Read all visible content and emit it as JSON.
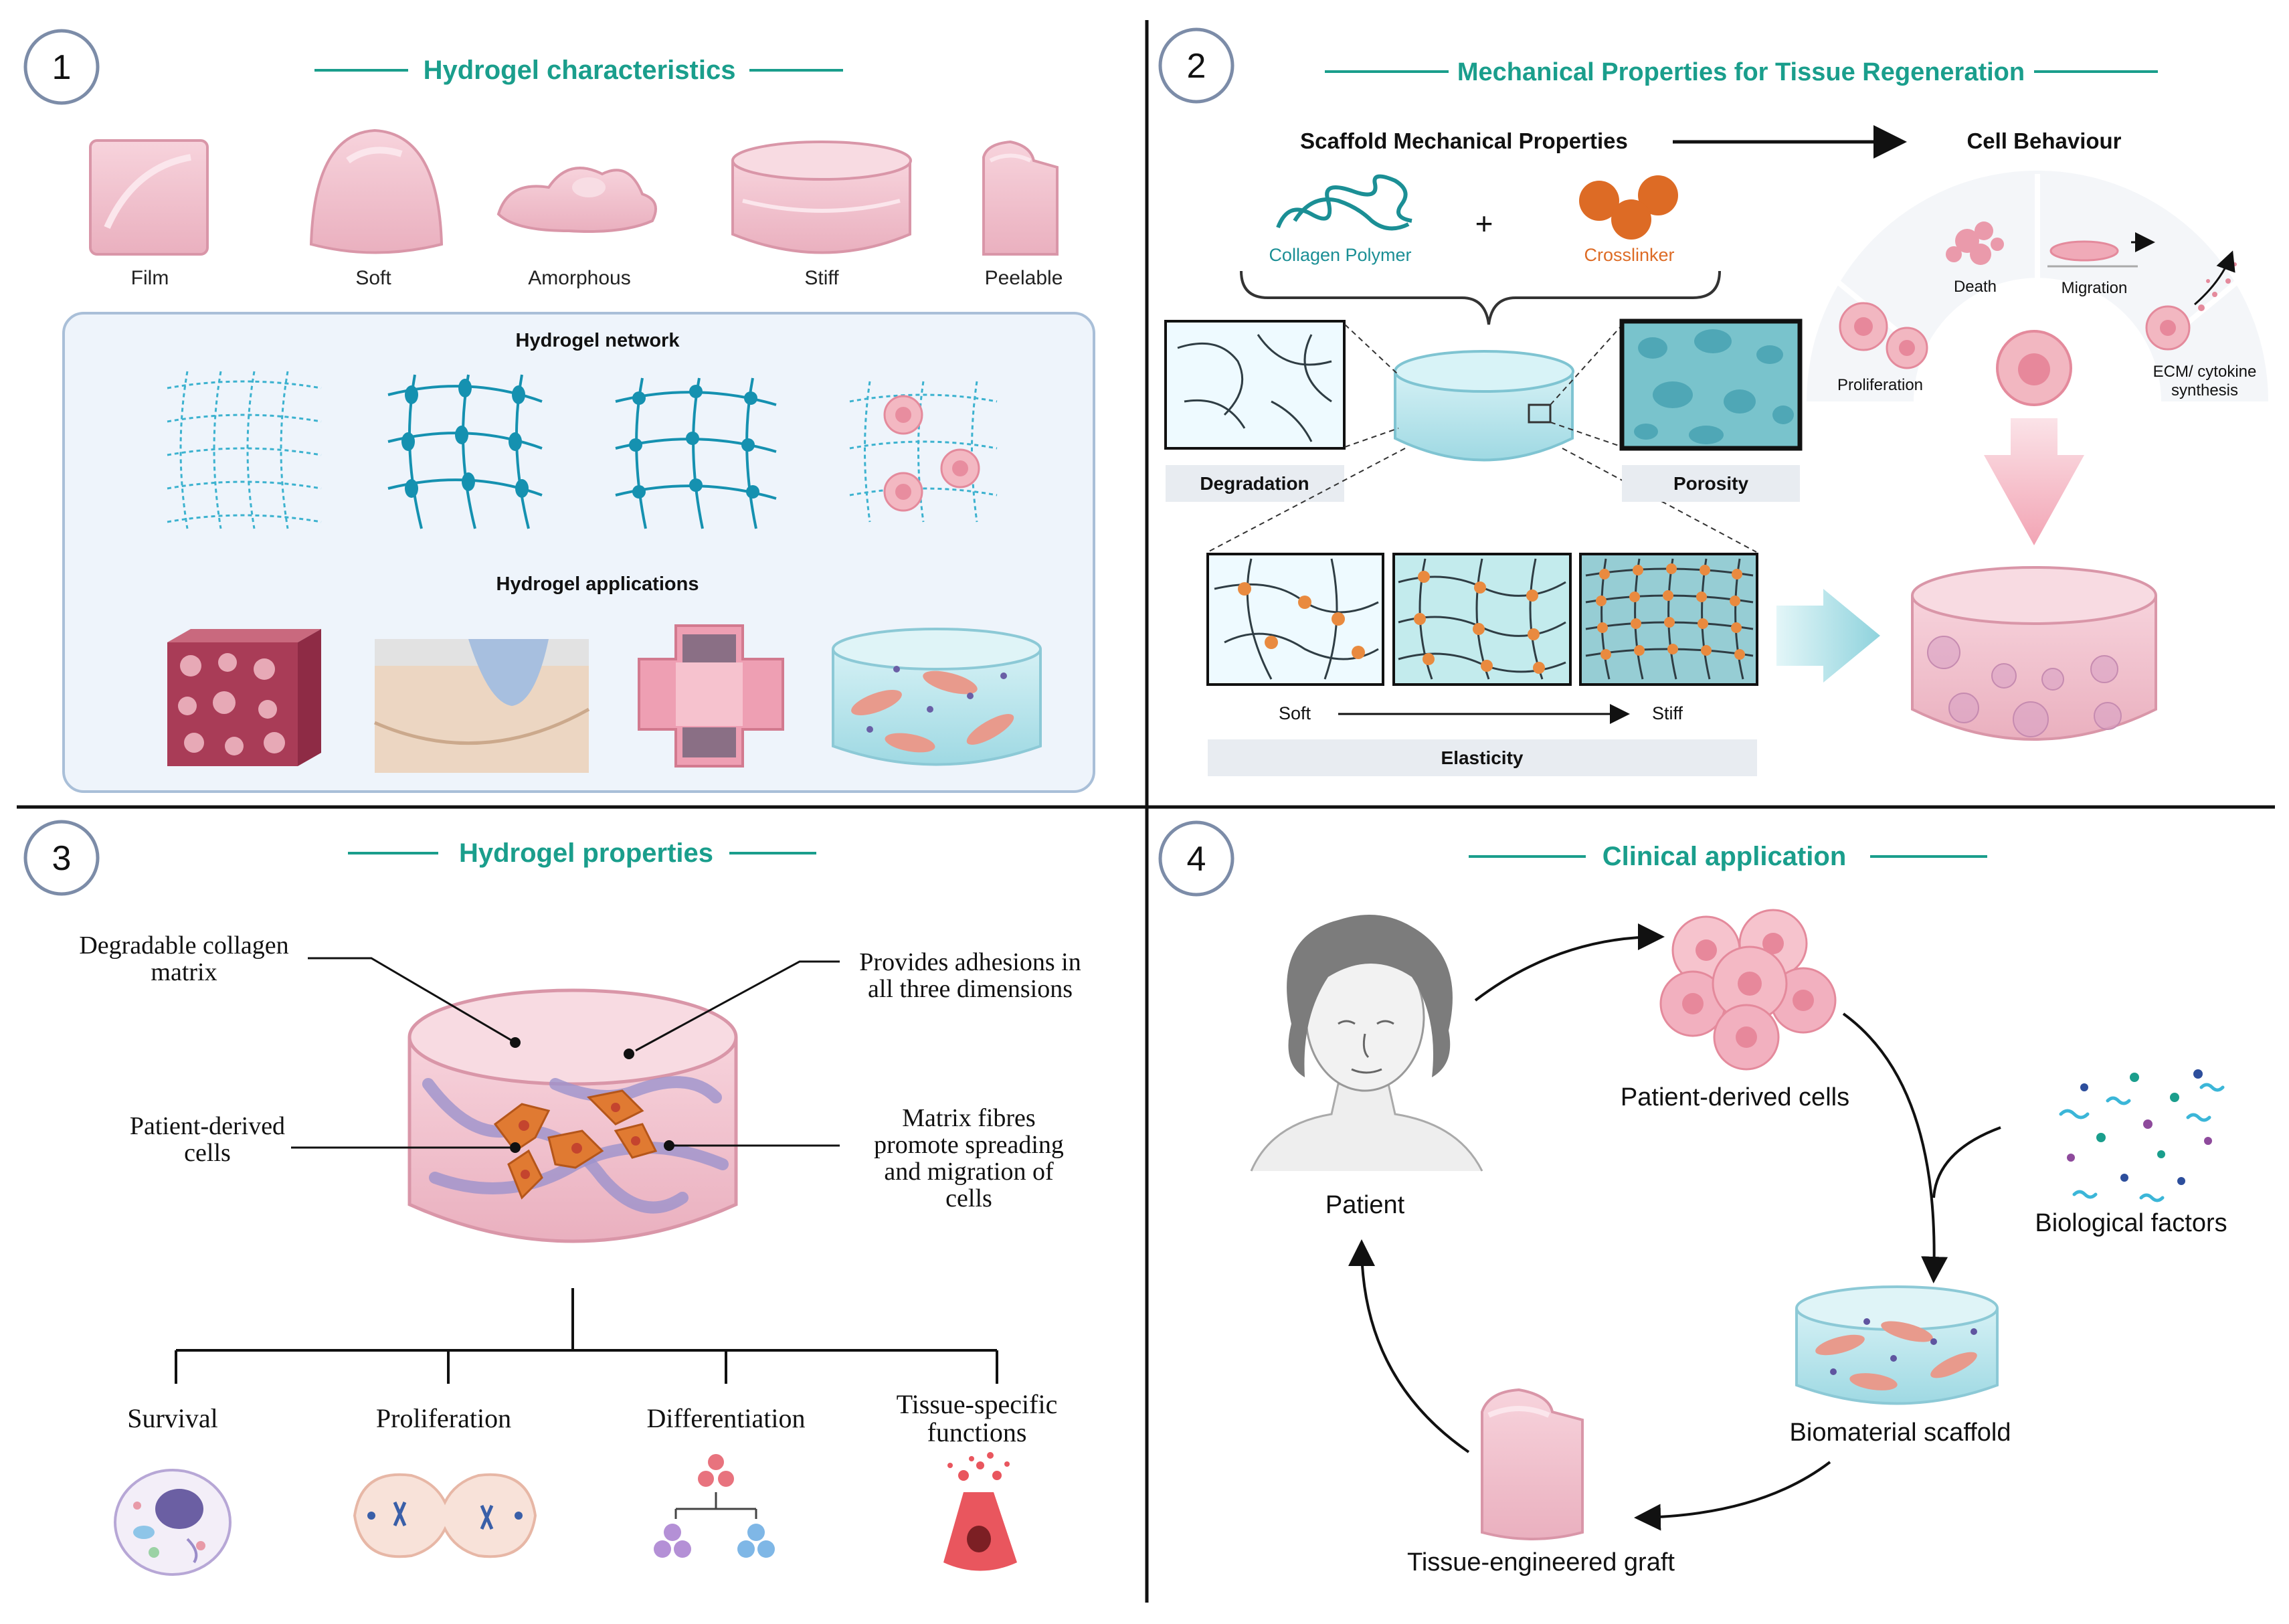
{
  "colors": {
    "teal": "#1a9e8c",
    "pink_fill": "#f2c4cf",
    "pink_stroke": "#e3a3b2",
    "cyan_fill": "#bfe8ee",
    "dark": "#111111",
    "gray_text": "#333333",
    "orange": "#e07a32",
    "panel_bg": "#eef4fb"
  },
  "panel1": {
    "number": "1",
    "title": "Hydrogel characteristics",
    "shapes": [
      "Film",
      "Soft",
      "Amorphous",
      "Stiff",
      "Peelable"
    ],
    "network_label": "Hydrogel network",
    "applications_label": "Hydrogel applications"
  },
  "panel2": {
    "number": "2",
    "title": "Mechanical Properties for Tissue Regeneration",
    "scaffold_label": "Scaffold Mechanical Properties",
    "cell_behaviour_label": "Cell Behaviour",
    "collagen_label": "Collagen Polymer",
    "plus": "+",
    "crosslinker_label": "Crosslinker",
    "degradation_label": "Degradation",
    "porosity_label": "Porosity",
    "soft_label": "Soft",
    "stiff_label": "Stiff",
    "elasticity_label": "Elasticity",
    "behaviours": {
      "death": "Death",
      "migration": "Migration",
      "proliferation": "Proliferation",
      "ecm_line1": "ECM/ cytokine",
      "ecm_line2": "synthesis"
    }
  },
  "panel3": {
    "number": "3",
    "title": "Hydrogel properties",
    "callouts": {
      "degradable_line1": "Degradable collagen",
      "degradable_line2": "matrix",
      "adhesions_line1": "Provides adhesions in",
      "adhesions_line2": "all three dimensions",
      "patient_cells_line1": "Patient-derived",
      "patient_cells_line2": "cells",
      "fibres_line1": "Matrix fibres",
      "fibres_line2": "promote spreading",
      "fibres_line3": "and migration of",
      "fibres_line4": "cells"
    },
    "outcomes": {
      "survival": "Survival",
      "proliferation": "Proliferation",
      "differentiation": "Differentiation",
      "tissue_line1": "Tissue-specific",
      "tissue_line2": "functions"
    }
  },
  "panel4": {
    "number": "4",
    "title": "Clinical application",
    "patient": "Patient",
    "patient_cells": "Patient-derived cells",
    "biological_factors": "Biological factors",
    "scaffold": "Biomaterial scaffold",
    "graft": "Tissue-engineered graft"
  }
}
